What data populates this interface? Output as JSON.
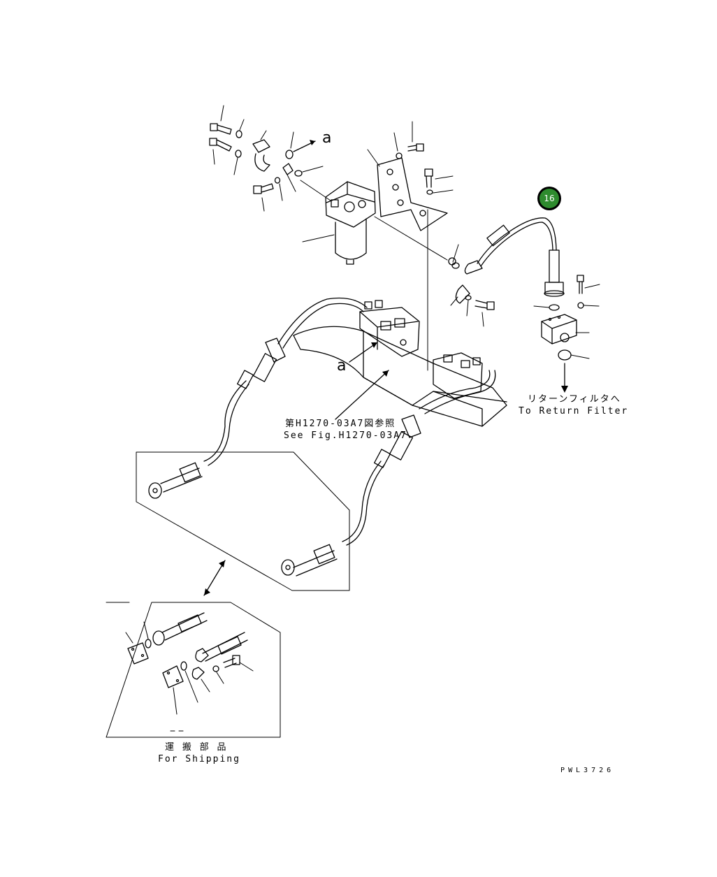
{
  "diagram": {
    "callout": {
      "number": "16",
      "color": "#2e8b2e",
      "ring_color": "#000000"
    },
    "labels": {
      "detail_a_top": "a",
      "detail_a_bottom": "a",
      "return_filter_jp": "リターンフィルタへ",
      "return_filter_en": "To Return Filter",
      "see_fig_jp": "第H1270-03A7図参照",
      "see_fig_en": "See Fig.H1270-03A7",
      "shipping_jp": "運 搬 部 品",
      "shipping_en": "For Shipping",
      "drawing_code": "PWL3726"
    }
  }
}
